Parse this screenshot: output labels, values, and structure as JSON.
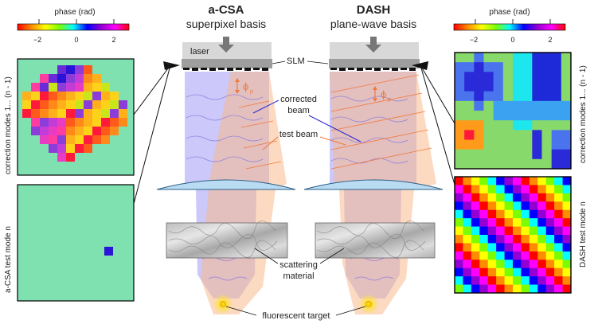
{
  "colorbar": {
    "title": "phase (rad)",
    "ticks": [
      "−2",
      "0",
      "2"
    ],
    "colors": [
      "#ff0000",
      "#ff8c00",
      "#ffff00",
      "#7cfc00",
      "#00ffff",
      "#0000ff",
      "#9400d3",
      "#ff00ff",
      "#ff0000"
    ]
  },
  "side_labels": {
    "correction": "correction modes 1... (n - 1)",
    "acsa_test": "a-CSA test mode n",
    "dash_test": "DASH test mode n"
  },
  "left_heading": {
    "title": "a-CSA",
    "subtitle": "superpixel basis"
  },
  "right_heading": {
    "title": "DASH",
    "subtitle": "plane-wave basis"
  },
  "labels": {
    "laser": "laser",
    "slm": "SLM",
    "phi": "ϕ",
    "phi_sub": "p",
    "corrected_beam_1": "corrected",
    "corrected_beam_2": "beam",
    "test_beam": "test beam",
    "scattering_1": "scattering",
    "scattering_2": "material",
    "fluorescent_target": "fluorescent target"
  },
  "colors": {
    "corrected_beam": "#7b6cf0",
    "test_beam": "#f7a66b",
    "slm_body": "#9e9e9e",
    "laser_box": "#d8d8d8",
    "lens": "#b9dcf3",
    "background_phase": "#7fe0b0",
    "target": "#ffd400"
  }
}
